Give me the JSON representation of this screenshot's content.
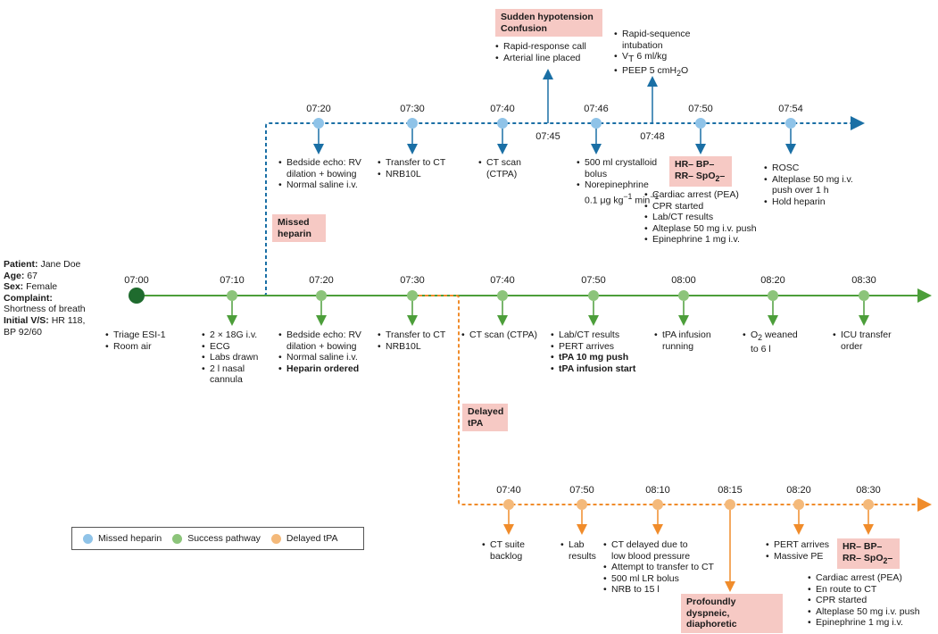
{
  "patient": {
    "name_label": "Patient:",
    "name": "Jane Doe",
    "age_label": "Age:",
    "age": "67",
    "sex_label": "Sex:",
    "sex": "Female",
    "complaint_label": "Complaint:",
    "complaint": "Shortness of breath",
    "vs_label": "Initial V/S:",
    "vs": "HR 118, BP 92/60"
  },
  "legend": [
    {
      "label": "Missed heparin",
      "color": "#8fc3e8"
    },
    {
      "label": "Success pathway",
      "color": "#8cc47a"
    },
    {
      "label": "Delayed tPA",
      "color": "#f4b97a"
    }
  ],
  "colors": {
    "blue": "#1a6fa5",
    "green": "#4c9e3a",
    "orange": "#f08c2b",
    "dark_green": "#1f6b2e",
    "pink": "#f6c9c4"
  },
  "tags": {
    "missed": "Missed heparin",
    "delayed": "Delayed tPA",
    "hypotension": "Sudden hypotension Confusion",
    "dyspneic": "Profoundly dyspneic, diaphoretic",
    "vitals_top": "HR– BP– RR– SpO2–",
    "vitals_bottom": "HR– BP– RR– SpO2–"
  },
  "green_times": [
    "07:00",
    "07:10",
    "07:20",
    "07:30",
    "07:40",
    "07:50",
    "08:00",
    "08:20",
    "08:30"
  ],
  "green_events": [
    [
      "Triage ESI-1",
      "Room air"
    ],
    [
      "2 × 18G i.v.",
      "ECG",
      "Labs drawn",
      "2 l nasal cannula"
    ],
    [
      "Bedside echo: RV dilation + bowing",
      "Normal saline i.v.",
      "Heparin ordered"
    ],
    [
      "Transfer to CT",
      "NRB10L"
    ],
    [
      "CT scan (CTPA)"
    ],
    [
      "Lab/CT results",
      "PERT arrives",
      "tPA 10 mg push",
      "tPA infusion start"
    ],
    [
      "tPA infusion running"
    ],
    [
      "O2 weaned to 6 l"
    ],
    [
      "ICU transfer order"
    ]
  ],
  "blue_times": [
    "07:20",
    "07:30",
    "07:40",
    "07:46",
    "07:50",
    "07:54"
  ],
  "blue_events": [
    [
      "Bedside echo: RV dilation + bowing",
      "Normal saline i.v."
    ],
    [
      "Transfer to CT",
      "NRB10L"
    ],
    [
      "CT scan (CTPA)"
    ],
    [
      "500 ml crystalloid bolus",
      "Norepinephrine 0.1 μg kg−1 min−1"
    ],
    [
      "Cardiac arrest (PEA)",
      "CPR started",
      "Lab/CT results",
      "Alteplase 50 mg i.v. push",
      "Epinephrine 1 mg i.v."
    ],
    [
      "ROSC",
      "Alteplase 50 mg i.v. push over 1 h",
      "Hold heparin"
    ]
  ],
  "blue_up": [
    {
      "time": "07:45",
      "items": [
        "Rapid-response call",
        "Arterial line placed"
      ]
    },
    {
      "time": "07:48",
      "items": [
        "Rapid-sequence intubation",
        "VT 6 ml/kg",
        "PEEP 5 cmH2O"
      ]
    }
  ],
  "orange_times": [
    "07:40",
    "07:50",
    "08:10",
    "08:15",
    "08:20",
    "08:30"
  ],
  "orange_events": [
    [
      "CT suite backlog"
    ],
    [
      "Lab results"
    ],
    [
      "CT delayed due to low blood pressure",
      "Attempt to transfer to CT",
      "500 ml LR bolus",
      "NRB to 15 l"
    ],
    [],
    [
      "PERT arrives",
      "Massive PE"
    ],
    [
      "Cardiac arrest (PEA)",
      "En route to CT",
      "CPR started",
      "Alteplase 50 mg i.v. push",
      "Epinephrine 1 mg i.v."
    ]
  ]
}
